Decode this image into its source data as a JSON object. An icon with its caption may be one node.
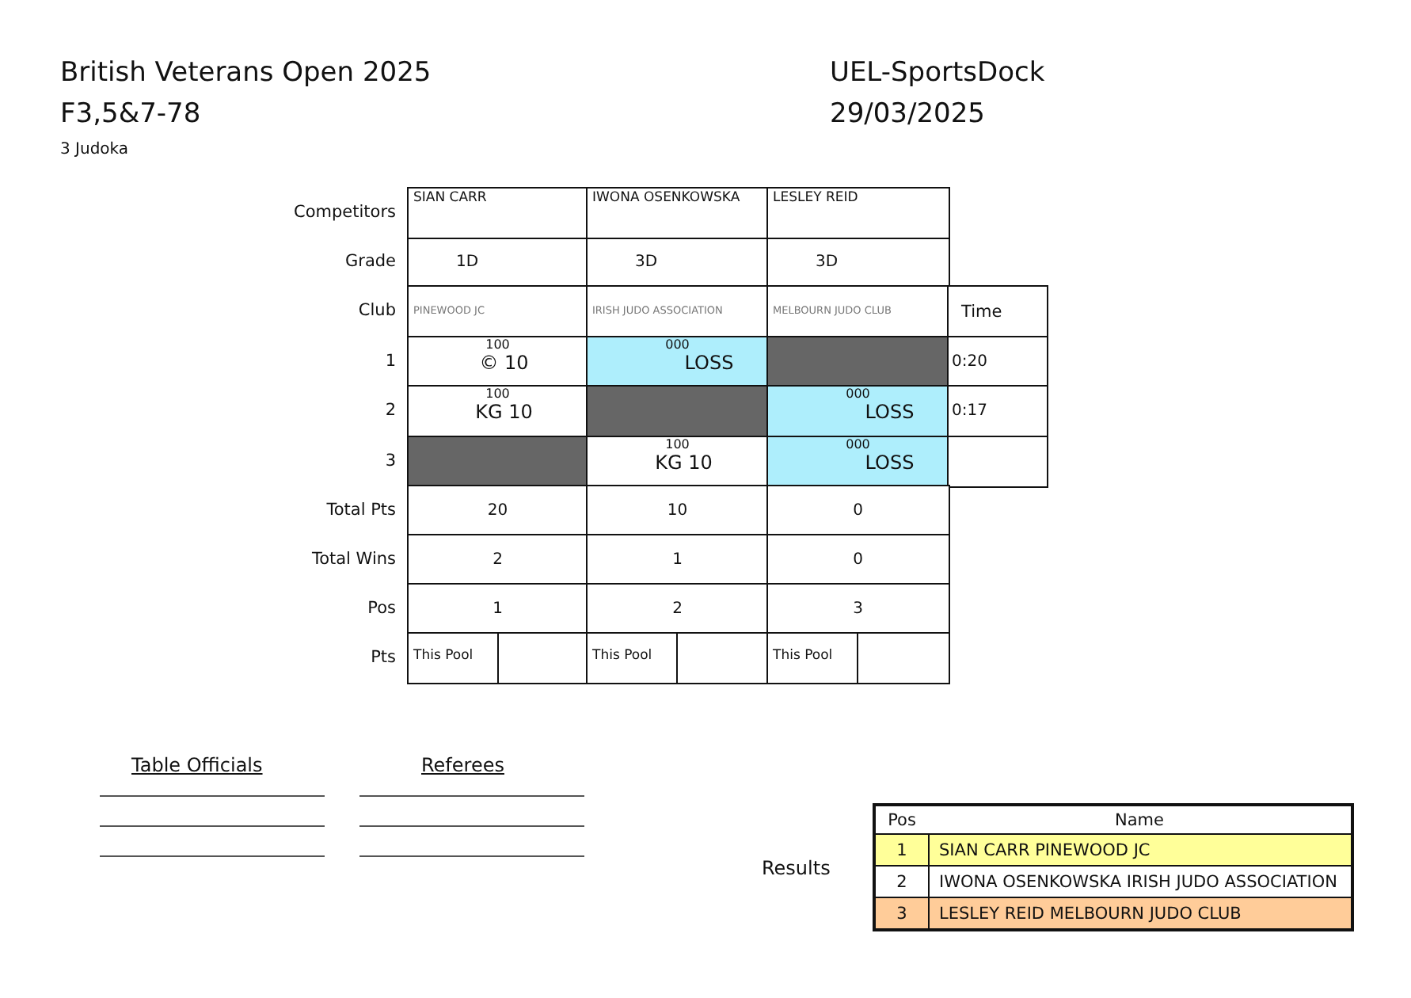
{
  "diagram": {
    "title": "British Veterans Open 2025",
    "labels": [
      "F3,5&7-78",
      "3 Judoka",
      "UEL-SportsDock",
      "29/03/2025",
      "Competitors",
      "SIAN CARR",
      "IWONA OSENKOWSKA",
      "LESLEY REID",
      "Grade",
      "1D",
      "3D",
      "3D",
      "Club",
      "PINEWOOD JC",
      "IRISH JUDO ASSOCIATION",
      "MELBOURN JUDO CLUB",
      "Time",
      "1",
      "100",
      "© 10",
      "000",
      "LOSS",
      "0:20",
      "2",
      "100",
      "KG 10",
      "000",
      "LOSS",
      "0:17",
      "3",
      "100",
      "KG 10",
      "000",
      "LOSS",
      "Total Pts",
      "20",
      "10",
      "0",
      "Total Wins",
      "2",
      "1",
      "0",
      "Pos",
      "1",
      "2",
      "3",
      "Pts",
      "This Pool",
      "This Pool",
      "This Pool",
      "Table Officials",
      "Referees",
      "Results",
      "Pos",
      "Name",
      "1",
      "SIAN CARR PINEWOOD JC",
      "2",
      "IWONA OSENKOWSKA IRISH JUDO ASSOCIATION",
      "3",
      "LESLEY REID MELBOURN JUDO CLUB"
    ]
  }
}
